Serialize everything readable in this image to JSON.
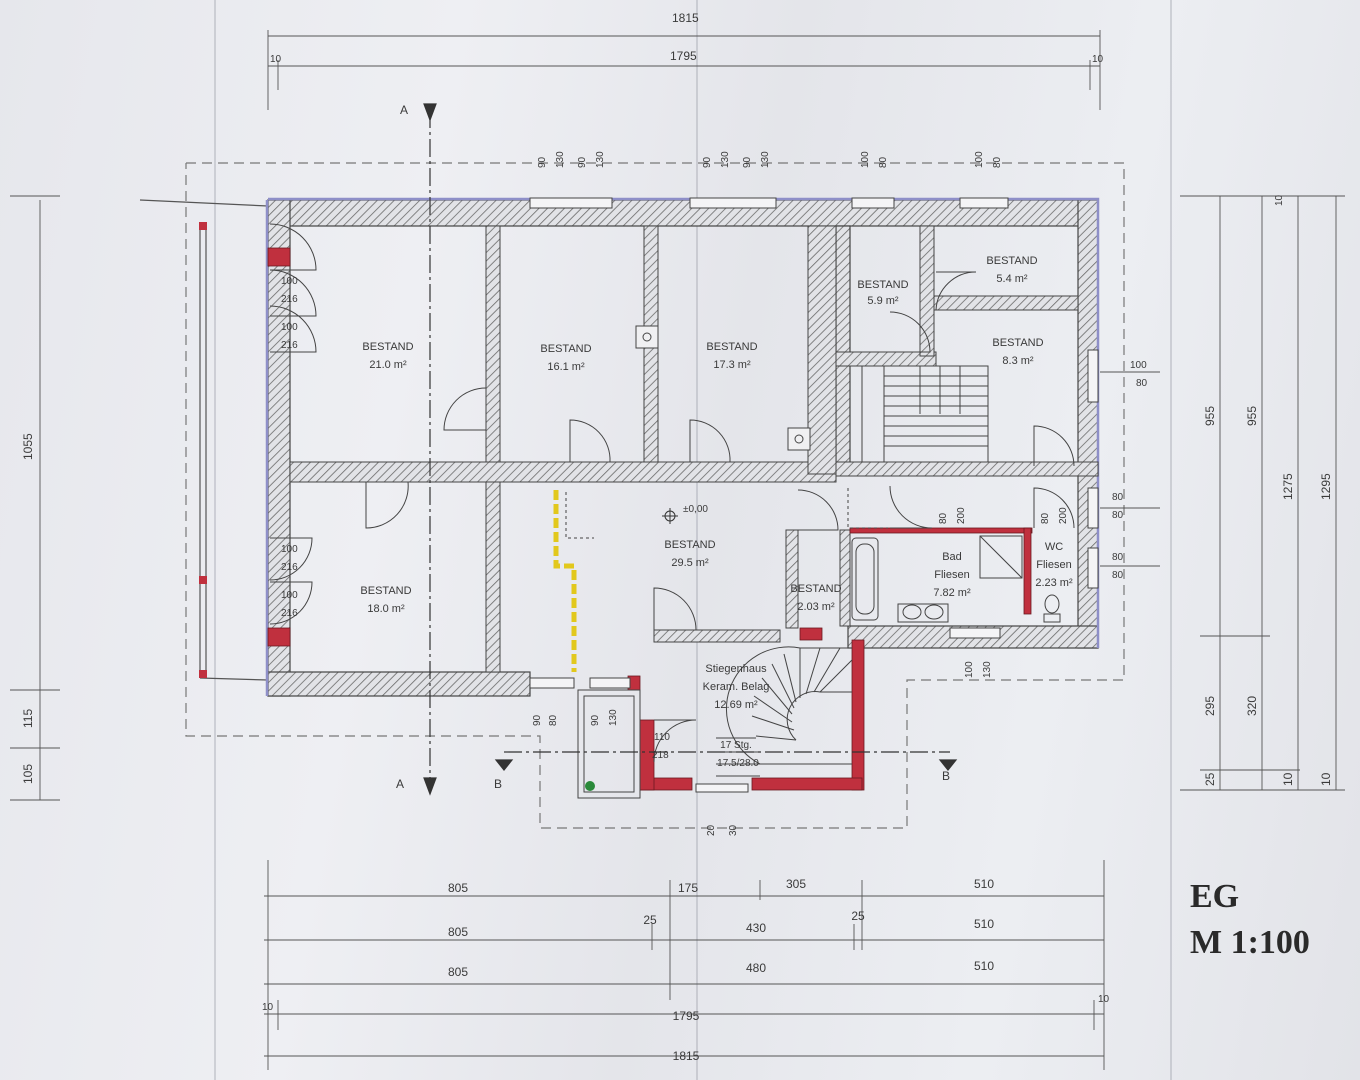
{
  "dimensions": {
    "top_overall": "1815",
    "top_inner": "1795",
    "top_left_margin": "10",
    "top_right_margin": "10",
    "bottom_row1": [
      "805",
      "175",
      "305",
      "510"
    ],
    "bottom_row2": [
      "805",
      "25",
      "430",
      "25",
      "510"
    ],
    "bottom_row3": [
      "805",
      "480",
      "510"
    ],
    "bottom_inner": "1795",
    "bottom_overall": "1815",
    "bottom_left_margin": "10",
    "bottom_right_margin": "10",
    "left_main": "1055",
    "left_mid": "115",
    "left_bottom": "105",
    "right_955a": "955",
    "right_955b": "955",
    "right_1275": "1275",
    "right_1295": "1295",
    "right_295": "295",
    "right_320": "320",
    "right_25": "25",
    "right_10a": "10",
    "right_10b": "10",
    "right_10_top": "10"
  },
  "openings": {
    "top": [
      "90",
      "130",
      "90",
      "130",
      "90",
      "130",
      "90",
      "130",
      "100",
      "80",
      "100",
      "80"
    ],
    "east_1": [
      "100",
      "80"
    ],
    "east_2": [
      "80",
      "80"
    ],
    "east_3": [
      "80",
      "80"
    ],
    "south_1": [
      "90",
      "80"
    ],
    "south_2": [
      "90",
      "130"
    ],
    "south_3": [
      "100",
      "130"
    ],
    "entrance": [
      "20",
      "30"
    ],
    "bath_door": [
      "80",
      "200"
    ],
    "wc_door": [
      "80",
      "200"
    ],
    "west_doors": [
      "100",
      "216",
      "100",
      "216",
      "100",
      "216",
      "100",
      "216"
    ],
    "entry_door": [
      "110",
      "218"
    ]
  },
  "rooms": [
    {
      "name": "BESTAND",
      "area": "21.0 m²"
    },
    {
      "name": "BESTAND",
      "area": "16.1 m²"
    },
    {
      "name": "BESTAND",
      "area": "17.3 m²"
    },
    {
      "name": "BESTAND",
      "area": "5.9 m²"
    },
    {
      "name": "BESTAND",
      "area": "5.4 m²"
    },
    {
      "name": "BESTAND",
      "area": "8.3 m²"
    },
    {
      "name": "BESTAND",
      "area": "18.0 m²"
    },
    {
      "name": "BESTAND",
      "area": "29.5 m²"
    },
    {
      "name": "BESTAND",
      "area": "2.03 m²"
    }
  ],
  "bath": {
    "name": "Bad",
    "finish": "Fliesen",
    "area": "7.82 m²"
  },
  "wc": {
    "name": "WC",
    "finish": "Fliesen",
    "area": "2.23 m²"
  },
  "stair": {
    "name": "Stiegenhaus",
    "finish": "Keram. Belag",
    "area": "12.69 m²",
    "steps": "17 Stg.",
    "step_size": "17.5/28.0"
  },
  "level": "±0,00",
  "sections": {
    "a": "A",
    "b": "B"
  },
  "legend": {
    "floor": "EG",
    "scale": "M 1:100"
  },
  "colors": {
    "wall": "#555555",
    "plaster": "#8e8fc8",
    "new_wall": "#c0303e",
    "yellow": "#e2c81c"
  }
}
